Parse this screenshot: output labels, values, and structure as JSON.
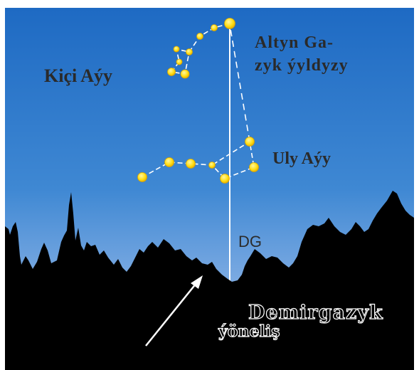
{
  "labels": {
    "little_dipper": "Kiçi Aýy",
    "polaris_line1": "Altyn Ga-",
    "polaris_line2": "zyk ýyldyzy",
    "big_dipper": "Uly Aýy",
    "north_point": "DG",
    "north_direction_line1": "Demirgazyk",
    "north_direction_line2": "ýöneliş"
  },
  "colors": {
    "sky_top": "#1e6ac3",
    "sky_mid": "#4b94d9",
    "sky_horizon": "#b8bde3",
    "star": "#ffe11a",
    "star_edge": "#e0a800",
    "silhouette": "#000000",
    "meridian_line": "#ffffff"
  }
}
